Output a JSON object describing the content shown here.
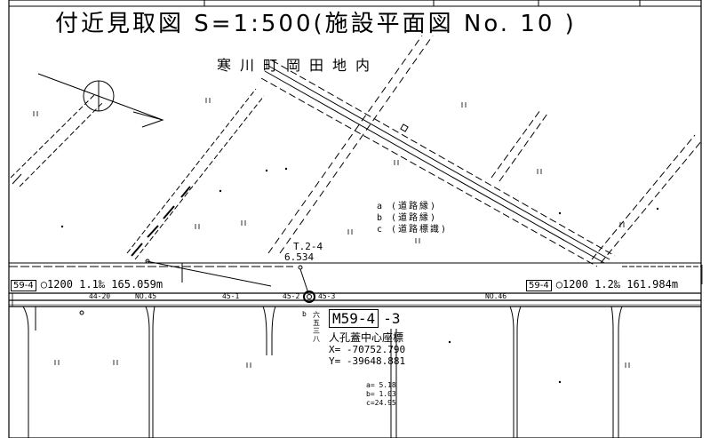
{
  "title": "付近見取図 S=1:500(施設平面図 No. 10 )",
  "location": "寒川町岡田地内",
  "tp": {
    "label": "T.2-4",
    "value": "6.534"
  },
  "legend": [
    "a (道路縁)",
    "b (道路縁)",
    "c (道路標識)"
  ],
  "pipe_left": {
    "tag": "59-4",
    "spec": "○1200 1.1‰ 165.059m"
  },
  "pipe_right": {
    "tag": "59-4",
    "spec": "○1200 1.2‰ 161.984m"
  },
  "road_marks": [
    "44-20",
    "NO.45",
    "45-1",
    "45-2",
    "45-3",
    "NO.46"
  ],
  "manhole": {
    "id": "M59-4",
    "suffix": "-3",
    "caption": "人孔蓋中心座標",
    "x": "X= -70752.790",
    "y": "Y= -39648.881"
  },
  "side_labels": {
    "b": "b",
    "kanji": "六五三八"
  },
  "offsets": [
    "a= 5.18",
    "b= 1.03",
    "c=24.95"
  ],
  "colors": {
    "ink": "#000000",
    "paper": "#ffffff"
  }
}
